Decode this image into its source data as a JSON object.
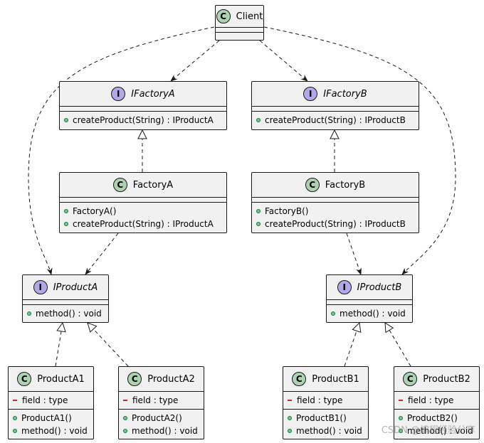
{
  "client": {
    "name": "Client"
  },
  "ifactory_a": {
    "name": "IFactoryA",
    "methods": [
      "createProduct(String) : IProductA"
    ]
  },
  "ifactory_b": {
    "name": "IFactoryB",
    "methods": [
      "createProduct(String) : IProductB"
    ]
  },
  "factory_a": {
    "name": "FactoryA",
    "methods": [
      "FactoryA()",
      "createProduct(String) : IProductA"
    ]
  },
  "factory_b": {
    "name": "FactoryB",
    "methods": [
      "FactoryB()",
      "createProduct(String) : IProductB"
    ]
  },
  "iproduct_a": {
    "name": "IProductA",
    "methods": [
      "method() : void"
    ]
  },
  "iproduct_b": {
    "name": "IProductB",
    "methods": [
      "method() : void"
    ]
  },
  "product_a1": {
    "name": "ProductA1",
    "fields": [
      "field : type"
    ],
    "methods": [
      "ProductA1()",
      "method() : void"
    ]
  },
  "product_a2": {
    "name": "ProductA2",
    "fields": [
      "field : type"
    ],
    "methods": [
      "ProductA2()",
      "method() : void"
    ]
  },
  "product_b1": {
    "name": "ProductB1",
    "fields": [
      "field : type"
    ],
    "methods": [
      "ProductB1()",
      "method() : void"
    ]
  },
  "product_b2": {
    "name": "ProductB2",
    "fields": [
      "field : type"
    ],
    "methods": [
      "ProductB2()",
      "method() : void"
    ]
  },
  "badges": {
    "class": "C",
    "interface": "I"
  },
  "watermark": "CSDN @编程经验分享",
  "colors": {
    "box_fill": "#f1f1f1",
    "class_badge": "#add1b2",
    "interface_badge": "#b4a7e5",
    "line": "#181818"
  }
}
